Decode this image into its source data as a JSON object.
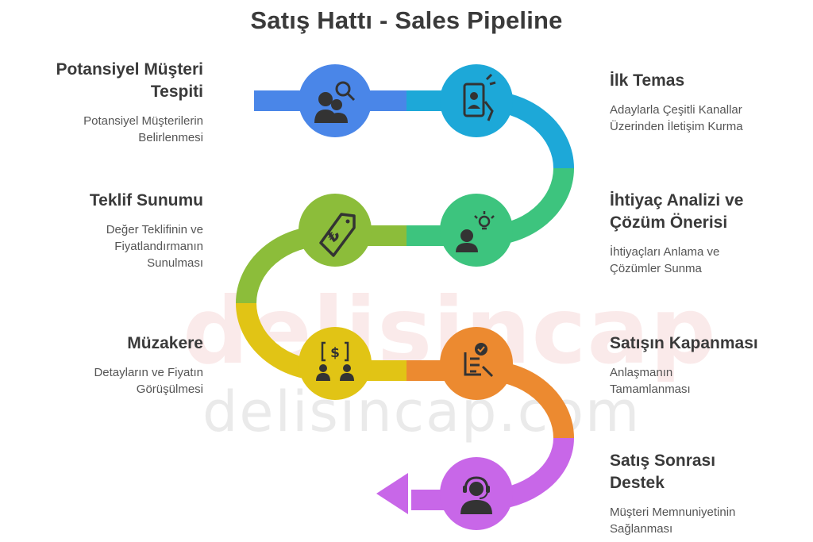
{
  "title": "Satış Hattı - Sales Pipeline",
  "watermark": {
    "primary": "delisincap",
    "secondary": "delisincap.com"
  },
  "colors": {
    "blue": "#4a86e8",
    "cyan": "#1da8d8",
    "green": "#3dc47e",
    "olive": "#8cbd3a",
    "yellow": "#e1c415",
    "orange": "#ec8a30",
    "violet": "#c867e8",
    "icon": "#333333"
  },
  "steps": [
    {
      "title": "Potansiyel Müşteri Tespiti",
      "description": "Potansiyel Müşterilerin Belirlenmesi",
      "icon": "prospect-search-icon"
    },
    {
      "title": "İlk Temas",
      "description": "Adaylarla Çeşitli Kanallar Üzerinden İletişim Kurma",
      "icon": "phone-contact-icon"
    },
    {
      "title": "İhtiyaç Analizi ve Çözüm Önerisi",
      "description": "İhtiyaçları Anlama ve Çözümler Sunma",
      "icon": "idea-person-icon"
    },
    {
      "title": "Teklif Sunumu",
      "description": "Değer Teklifinin ve Fiyatlandırmanın Sunulması",
      "icon": "price-tag-icon"
    },
    {
      "title": "Müzakere",
      "description": "Detayların ve Fiyatın Görüşülmesi",
      "icon": "negotiation-icon"
    },
    {
      "title": "Satışın Kapanması",
      "description": "Anlaşmanın Tamamlanması",
      "icon": "signed-contract-icon"
    },
    {
      "title": "Satış Sonrası Destek",
      "description": "Müşteri Memnuniyetinin Sağlanması",
      "icon": "support-agent-icon"
    }
  ],
  "icon_text": {
    "tag_symbol": "₺",
    "dollar_symbol": "$"
  }
}
